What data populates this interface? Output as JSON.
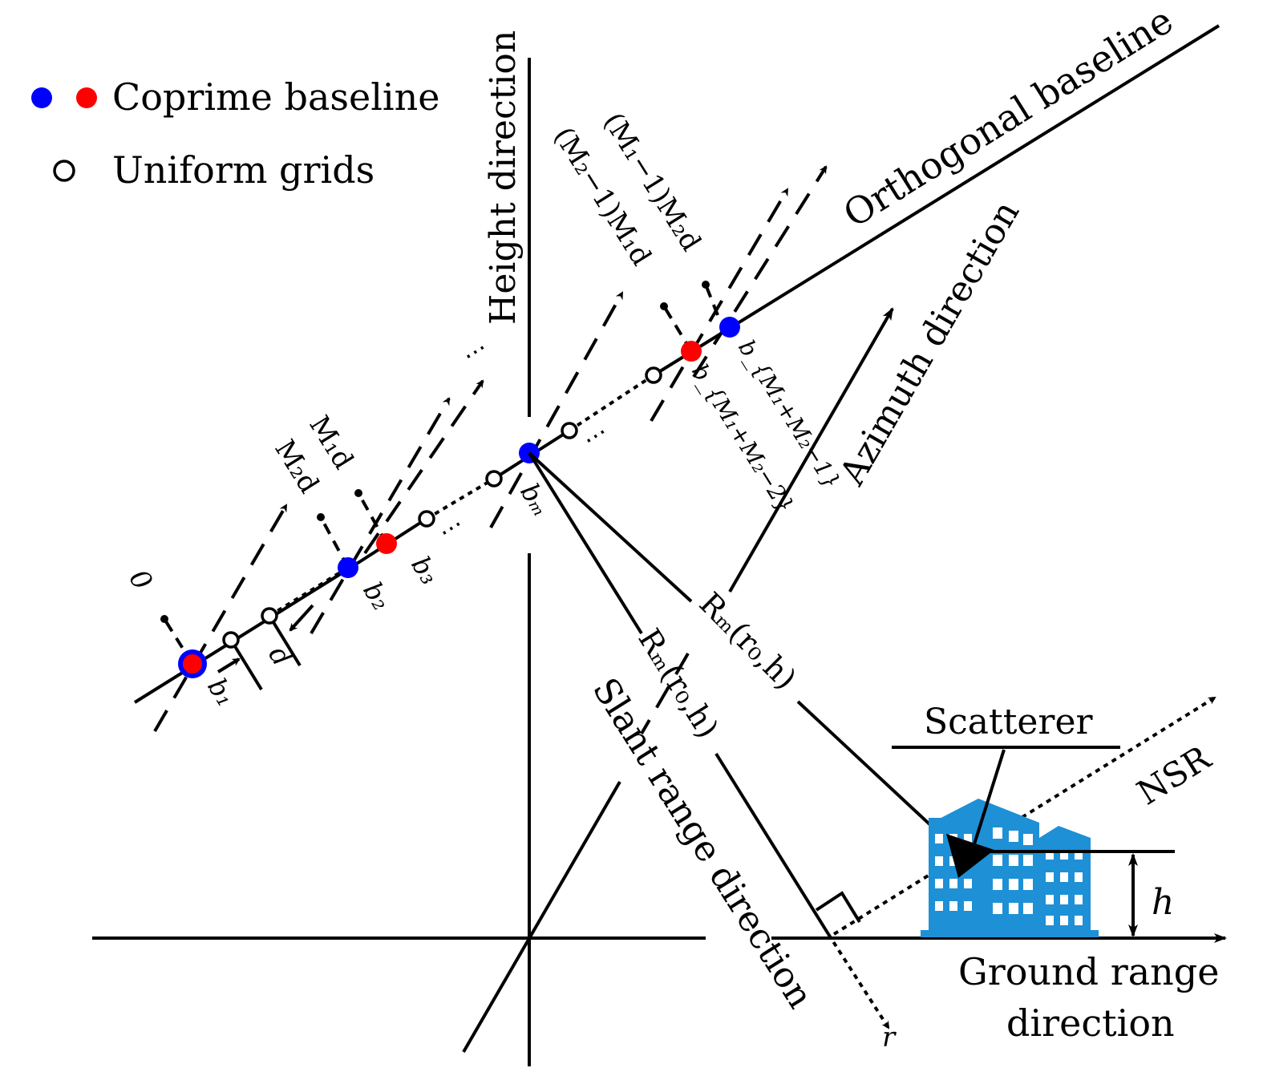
{
  "legend": {
    "coprime_label": "Coprime baseline",
    "uniform_label": "Uniform grids"
  },
  "axes": {
    "height": "Height direction",
    "orthogonal": "Orthogonal baseline",
    "azimuth": "Azimuth direction",
    "slant": "Slant range direction",
    "ground_line1": "Ground range",
    "ground_line2": "direction",
    "nsr": "NSR",
    "r": "r"
  },
  "labels": {
    "zero": "0",
    "m1d": "M₁d",
    "m2d": "M₂d",
    "m1m1m2d": "(M₁−1)M₂d",
    "m2m1m1d": "(M₂−1)M₁d",
    "b1": "b₁",
    "b2": "b₂",
    "b3": "b₃",
    "bm": "bₘ",
    "bM1M2_2": "b_{M₁+M₂−2}",
    "bM1M2_1": "b_{M₁+M₂−1}",
    "d": "d",
    "rm1": "Rₘ(r₀,h)",
    "rm2": "Rₘ(r₀,h)",
    "scatterer": "Scatterer",
    "h": "h",
    "ellipsis": "⋯"
  },
  "colors": {
    "blue": "#0000ff",
    "red": "#ff0000",
    "building": "#1e90d6"
  }
}
